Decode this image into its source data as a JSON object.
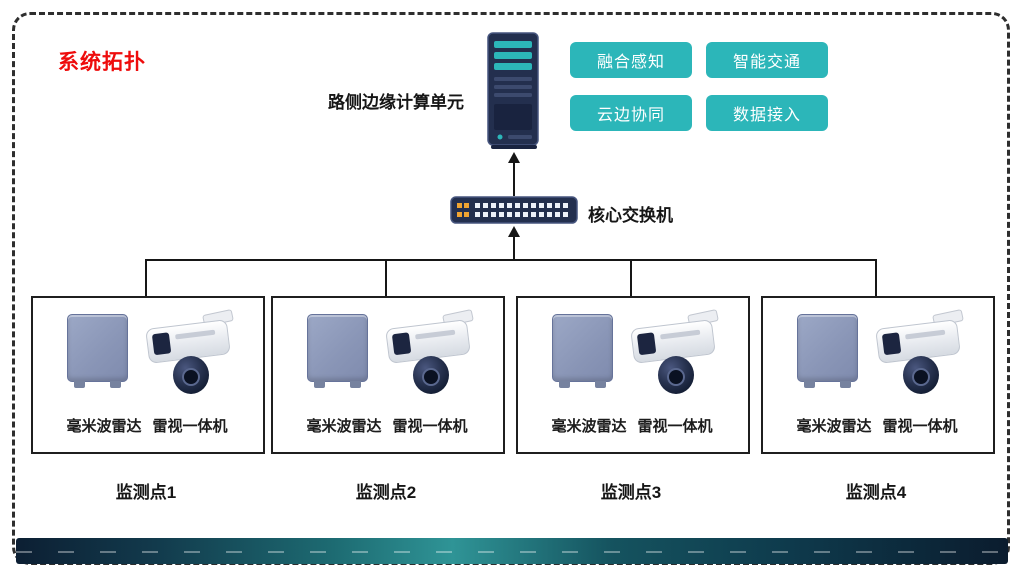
{
  "title": "系统拓扑",
  "edge_unit": {
    "label": "路侧边缘计算单元"
  },
  "capabilities": [
    "融合感知",
    "智能交通",
    "云边协同",
    "数据接入"
  ],
  "core_switch": {
    "label": "核心交换机"
  },
  "stations": [
    {
      "name": "监测点1",
      "radar": "毫米波雷达",
      "camera": "雷视一体机"
    },
    {
      "name": "监测点2",
      "radar": "毫米波雷达",
      "camera": "雷视一体机"
    },
    {
      "name": "监测点3",
      "radar": "毫米波雷达",
      "camera": "雷视一体机"
    },
    {
      "name": "监测点4",
      "radar": "毫米波雷达",
      "camera": "雷视一体机"
    }
  ],
  "colors": {
    "accent_teal": "#2cb6b9",
    "device_navy": "#232f4e",
    "title_red": "#ee0c0c"
  }
}
